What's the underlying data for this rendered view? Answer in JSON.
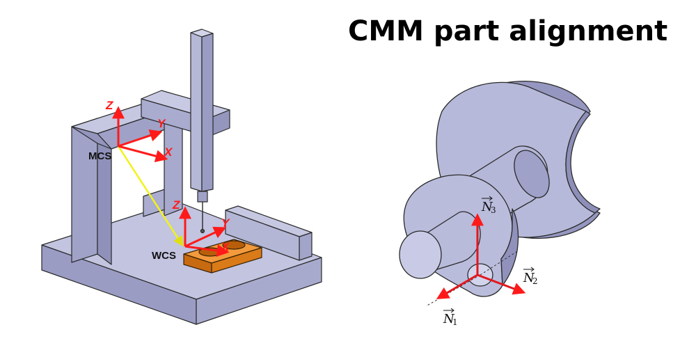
{
  "title": "CMM part alignment",
  "left_diagram": {
    "machine_frame_label": "MCS",
    "workpiece_frame_label": "WCS",
    "mcs_axes": {
      "z": "Z",
      "y": "Y",
      "x": "X"
    },
    "wcs_axes": {
      "z": "Z",
      "y": "Y",
      "x": "X"
    }
  },
  "right_diagram": {
    "vectors": [
      {
        "symbol": "N",
        "index": "1"
      },
      {
        "symbol": "N",
        "index": "2"
      },
      {
        "symbol": "N",
        "index": "3"
      }
    ]
  },
  "colors": {
    "machine_fill": "#aeb0d2",
    "machine_stroke": "#2a2a2a",
    "workpiece_fill": "#e07a12",
    "axis": "#ff1a1a",
    "link": "#f2f21a",
    "part_fill": "#b2b4d6"
  }
}
